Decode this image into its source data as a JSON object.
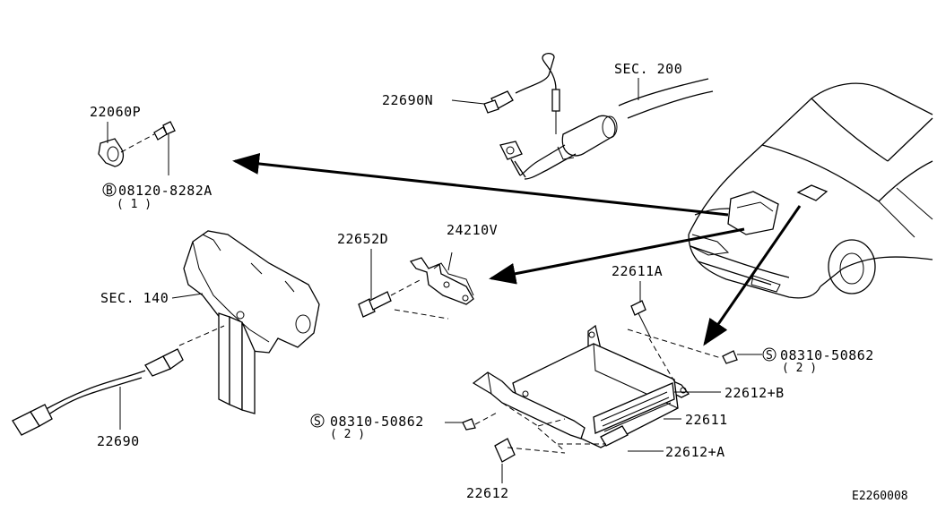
{
  "labels": {
    "sec200": "SEC. 200",
    "p22690N": "22690N",
    "p22060P": "22060P",
    "bolt_08120": "08120-8282A",
    "bolt_08120_qty": "( 1 )",
    "circle_B": "B",
    "p22652D": "22652D",
    "p24210V": "24210V",
    "sec140": "SEC. 140",
    "p22611A": "22611A",
    "screw_a": "08310-50862",
    "screw_a_qty": "( 2 )",
    "screw_b": "08310-50862",
    "screw_b_qty": "( 2 )",
    "circle_S": "S",
    "p22612B": "22612+B",
    "p22611": "22611",
    "p22612A": "22612+A",
    "p22612": "22612",
    "p22690": "22690",
    "diagram_code": "E2260008"
  },
  "colors": {
    "ink": "#000000",
    "paper": "#ffffff"
  }
}
